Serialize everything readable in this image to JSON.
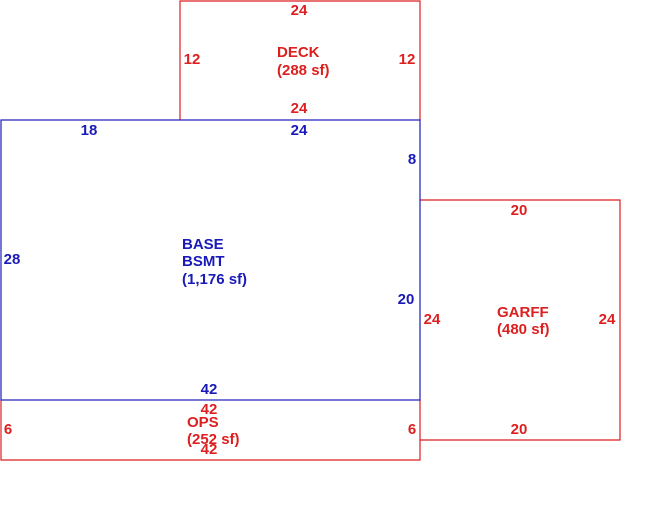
{
  "colors": {
    "red": "#dd1f1f",
    "blue": "#1a1ab8"
  },
  "areas": {
    "deck": {
      "name": "DECK",
      "area": "(288 sf)",
      "dims": {
        "top": "24",
        "bottom": "24",
        "left": "12",
        "right": "12"
      }
    },
    "base": {
      "name_line1": "BASE",
      "name_line2": "BSMT",
      "area": "(1,176 sf)",
      "dims": {
        "top_left": "18",
        "top_right": "24",
        "right_upper": "8",
        "right_lower": "20",
        "left": "28",
        "bottom": "42"
      }
    },
    "garage": {
      "name": "GARFF",
      "area": "(480 sf)",
      "dims": {
        "top": "20",
        "bottom": "20",
        "left": "24",
        "right": "24"
      }
    },
    "ops": {
      "name": "OPS",
      "area": "(252 sf)",
      "dims": {
        "top": "42",
        "bottom": "42",
        "left": "6",
        "right": "6"
      }
    }
  }
}
